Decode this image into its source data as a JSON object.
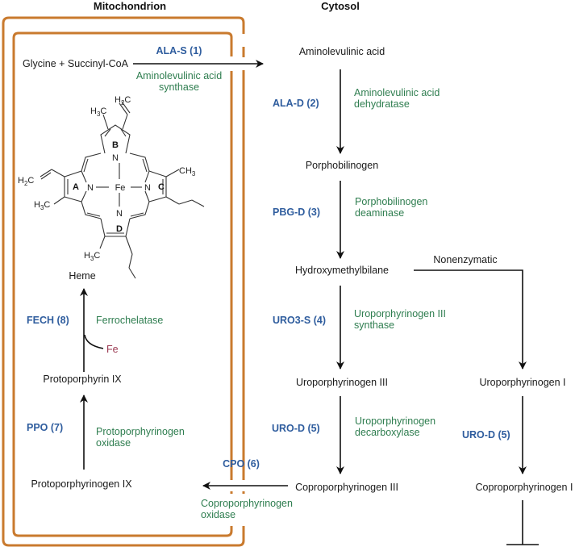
{
  "headers": {
    "mitochondrion": "Mitochondrion",
    "cytosol": "Cytosol"
  },
  "colors": {
    "membrane": "#c97a2e",
    "enzyme_abbrev": "#2f5d9e",
    "enzyme_name": "#2e7d4f",
    "iron": "#9b3a52",
    "text": "#1a1a1a"
  },
  "metabolites": {
    "glycine_succinyl": "Glycine + Succinyl-CoA",
    "ala": "Aminolevulinic acid",
    "pbg": "Porphobilinogen",
    "hmb": "Hydroxymethylbilane",
    "uro3": "Uroporphyrinogen III",
    "uro1": "Uroporphyrinogen I",
    "copro3": "Coproporphyrinogen III",
    "copro1": "Coproporphyrinogen I",
    "protogen": "Protoporphyrinogen IX",
    "proto": "Protoporphyrin IX",
    "heme": "Heme",
    "fe": "Fe"
  },
  "steps": [
    {
      "abbrev": "ALA-S (1)",
      "name_lines": [
        "Aminolevulinic acid",
        "synthase"
      ]
    },
    {
      "abbrev": "ALA-D (2)",
      "name_lines": [
        "Aminolevulinic acid",
        "dehydratase"
      ]
    },
    {
      "abbrev": "PBG-D (3)",
      "name_lines": [
        "Porphobilinogen",
        "deaminase"
      ]
    },
    {
      "abbrev": "URO3-S (4)",
      "name_lines": [
        "Uroporphyrinogen III",
        "synthase"
      ]
    },
    {
      "abbrev": "URO-D (5)",
      "name_lines": [
        "Uroporphyrinogen",
        "decarboxylase"
      ]
    },
    {
      "abbrev": "CPO (6)",
      "name_lines": [
        "Coproporphyrinogen",
        "oxidase"
      ]
    },
    {
      "abbrev": "PPO (7)",
      "name_lines": [
        "Protoporphyrinogen",
        "oxidase"
      ]
    },
    {
      "abbrev": "FECH (8)",
      "name_lines": [
        "Ferrochelatase"
      ]
    }
  ],
  "side_branch": {
    "label": "Nonenzymatic",
    "uro_d_label": "URO-D (5)"
  },
  "heme_structure": {
    "substituents": {
      "ch3": "H3C",
      "ch3_right": "CH3",
      "vinyl": "H2C"
    },
    "rings": [
      "A",
      "B",
      "C",
      "D"
    ],
    "n": "N",
    "metal": "Fe"
  }
}
